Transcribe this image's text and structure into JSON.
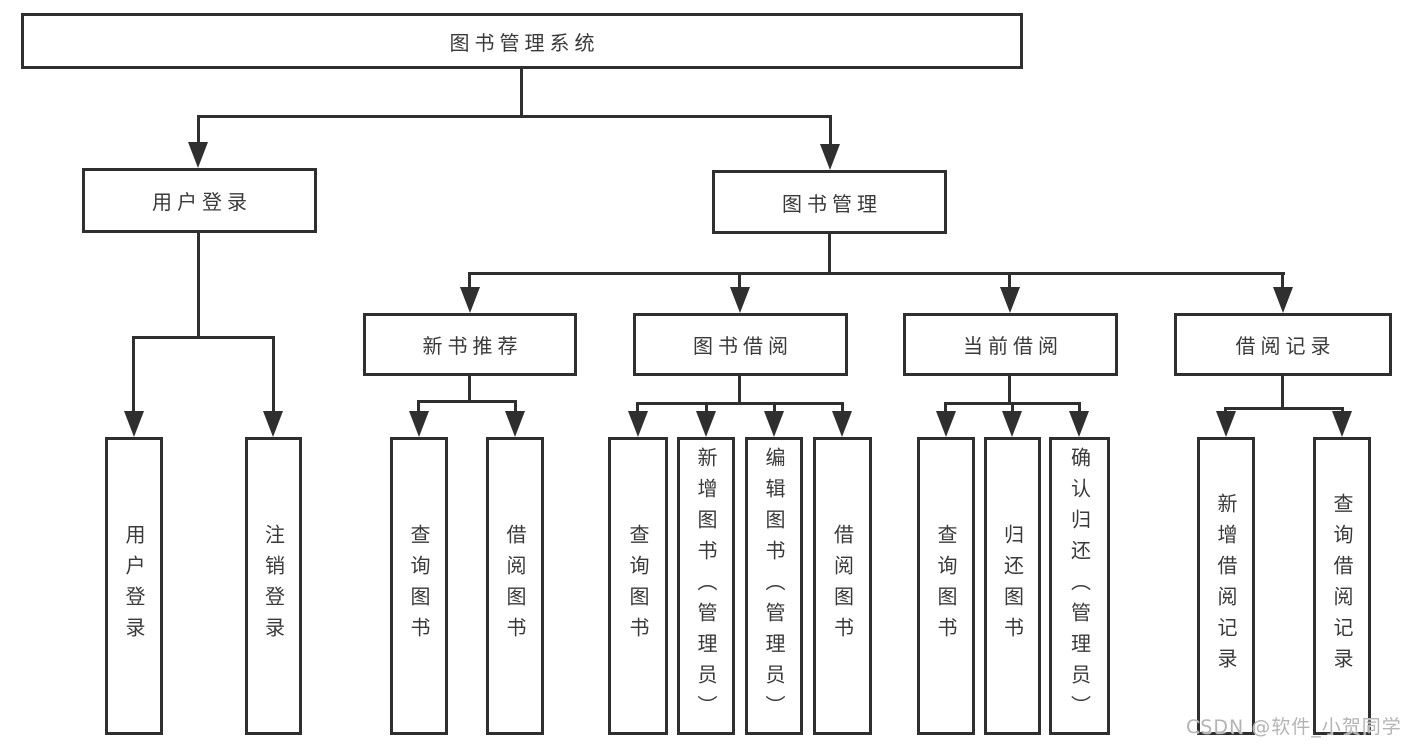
{
  "diagram": {
    "root": {
      "label": "图书管理系统"
    },
    "level2": [
      {
        "label": "用户登录"
      },
      {
        "label": "图书管理"
      }
    ],
    "level3": [
      {
        "label": "新书推荐"
      },
      {
        "label": "图书借阅"
      },
      {
        "label": "当前借阅"
      },
      {
        "label": "借阅记录"
      }
    ],
    "leaves": {
      "user_login": [
        "用户登录",
        "注销登录"
      ],
      "new_books": [
        "查询图书",
        "借阅图书"
      ],
      "book_borrow": [
        "查询图书",
        "新增图书（管理员）",
        "编辑图书（管理员）",
        "借阅图书"
      ],
      "current_borrow": [
        "查询图书",
        "归还图书",
        "确认归还（管理员）"
      ],
      "borrow_records": [
        "新增借阅记录",
        "查询借阅记录"
      ]
    }
  },
  "watermark": {
    "text": "CSDN @软件_小贺同学"
  },
  "colors": {
    "line": "#2f2f2f",
    "text": "#3a3a3a",
    "watermark": "#b4b4b4",
    "background": "#ffffff"
  }
}
